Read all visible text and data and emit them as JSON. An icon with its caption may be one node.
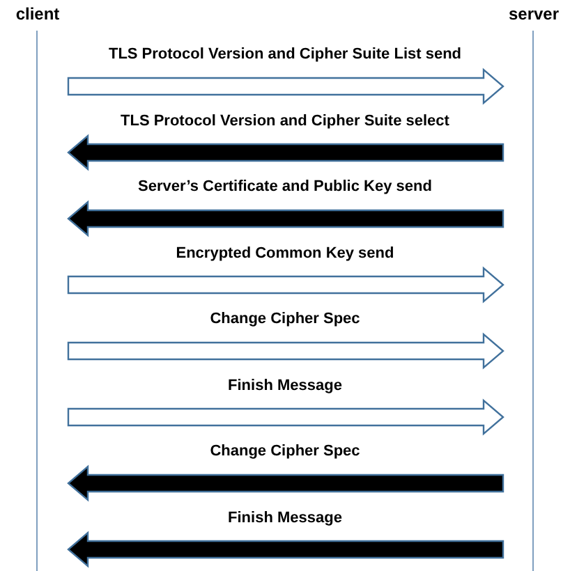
{
  "diagram": {
    "nodes": [
      {
        "text": [
          "client"
        ]
      },
      {
        "text": [
          "server"
        ]
      }
    ],
    "edges": [
      {
        "from": 0,
        "to": 1,
        "arrow": "to",
        "label": "TLS Protocol Version and Cipher Suite List send"
      },
      {
        "from": 1,
        "to": 0,
        "arrow": "to",
        "label": "TLS Protocol Version and Cipher Suite select",
        "color": "#000000"
      },
      {
        "from": 1,
        "to": 0,
        "arrow": "to",
        "label": "Server’s Certificate and Public Key send",
        "color": "#000000"
      },
      {
        "from": 0,
        "to": 1,
        "arrow": "to",
        "label": "Encrypted Common Key send"
      },
      {
        "from": 0,
        "to": 1,
        "arrow": "to",
        "label": "Change Cipher Spec"
      },
      {
        "from": 0,
        "to": 1,
        "arrow": "to",
        "label": "Finish Message"
      },
      {
        "from": 1,
        "to": 0,
        "arrow": "to",
        "label": "Change Cipher Spec",
        "color": "#000000"
      },
      {
        "from": 1,
        "to": 0,
        "arrow": "to",
        "label": "Finish Message",
        "color": "#000000"
      }
    ]
  }
}
